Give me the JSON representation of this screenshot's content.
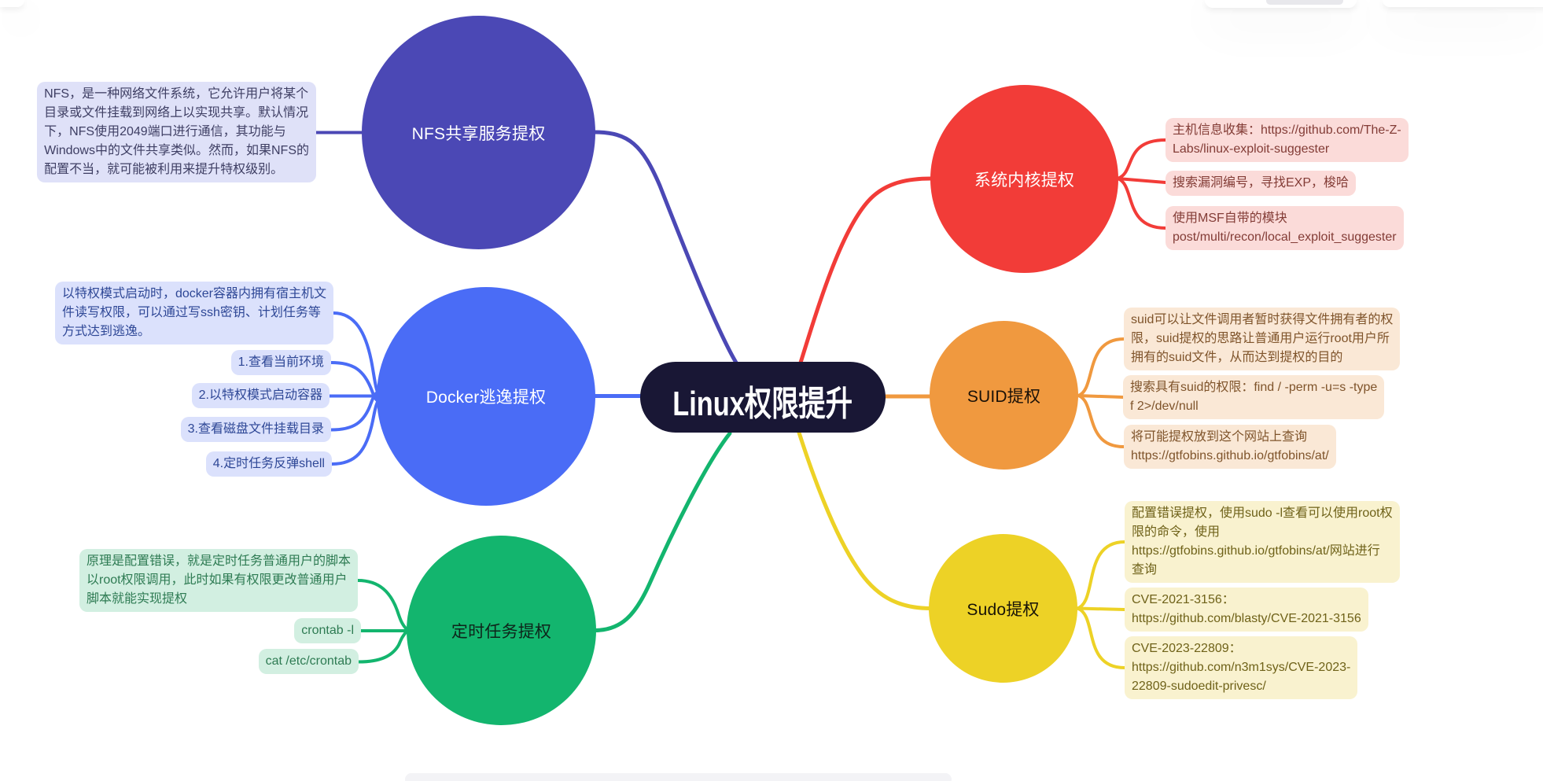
{
  "root": {
    "label": "Linux权限提升",
    "bg": "#191735",
    "text_color": "#ffffff"
  },
  "branches": [
    {
      "id": "nfs",
      "label": "NFS共享服务提权",
      "color": "#4B48B5",
      "label_color": "#ffffff",
      "note_bg": "#DFE1F8",
      "note_text": "#3E3E63",
      "notes": [
        {
          "lines": [
            "NFS，是一种网络文件系统，它允许用户将某个",
            "目录或文件挂载到网络上以实现共享。默认情况",
            "下，NFS使用2049端口进行通信，其功能与",
            "Windows中的文件共享类似。然而，如果NFS的",
            "配置不当，就可能被利用来提升特权级别。"
          ]
        }
      ]
    },
    {
      "id": "docker",
      "label": "Docker逃逸提权",
      "color": "#4A6CF6",
      "label_color": "#ffffff",
      "note_bg": "#DBE1FC",
      "note_text": "#2E4796",
      "notes": [
        {
          "lines": [
            "以特权模式启动时，docker容器内拥有宿主机文",
            "件读写权限，可以通过写ssh密钥、计划任务等",
            "方式达到逃逸。"
          ]
        },
        {
          "lines": [
            "1.查看当前环境"
          ]
        },
        {
          "lines": [
            "2.以特权模式启动容器"
          ]
        },
        {
          "lines": [
            "3.查看磁盘文件挂载目录"
          ]
        },
        {
          "lines": [
            "4.定时任务反弹shell"
          ]
        }
      ]
    },
    {
      "id": "cron",
      "label": "定时任务提权",
      "color": "#13B56E",
      "label_color": "#0E241A",
      "note_bg": "#D2EFE1",
      "note_text": "#2E7B53",
      "notes": [
        {
          "lines": [
            "原理是配置错误，就是定时任务普通用户的脚本",
            "以root权限调用，此时如果有权限更改普通用户",
            "脚本就能实现提权"
          ]
        },
        {
          "lines": [
            "crontab -l"
          ]
        },
        {
          "lines": [
            "cat /etc/crontab"
          ]
        }
      ]
    },
    {
      "id": "kernel",
      "label": "系统内核提权",
      "color": "#F23C38",
      "label_color": "#ffffff",
      "note_bg": "#FBDBD9",
      "note_text": "#833C36",
      "notes": [
        {
          "lines": [
            "主机信息收集：https://github.com/The-Z-",
            "Labs/linux-exploit-suggester"
          ]
        },
        {
          "lines": [
            "搜索漏洞编号，寻找EXP，梭哈"
          ]
        },
        {
          "lines": [
            "使用MSF自带的模块",
            "post/multi/recon/local_exploit_suggester"
          ]
        }
      ]
    },
    {
      "id": "suid",
      "label": "SUID提权",
      "color": "#F0993F",
      "label_color": "#1A1108",
      "note_bg": "#FAE8D6",
      "note_text": "#7F542B",
      "notes": [
        {
          "lines": [
            "suid可以让文件调用者暂时获得文件拥有者的权",
            "限，suid提权的思路让普通用户运行root用户所",
            "拥有的suid文件，从而达到提权的目的"
          ]
        },
        {
          "lines": [
            "搜索具有suid的权限：find / -perm -u=s -type",
            "f 2>/dev/null"
          ]
        },
        {
          "lines": [
            "将可能提权放到这个网站上查询",
            "https://gtfobins.github.io/gtfobins/at/"
          ]
        }
      ]
    },
    {
      "id": "sudo",
      "label": "Sudo提权",
      "color": "#EDD226",
      "label_color": "#171307",
      "note_bg": "#F9F2CF",
      "note_text": "#6F6219",
      "notes": [
        {
          "lines": [
            "配置错误提权，使用sudo -l查看可以使用root权",
            "限的命令，使用",
            "https://gtfobins.github.io/gtfobins/at/网站进行",
            "查询"
          ]
        },
        {
          "lines": [
            "CVE-2021-3156：",
            "https://github.com/blasty/CVE-2021-3156"
          ]
        },
        {
          "lines": [
            "CVE-2023-22809：",
            "https://github.com/n3m1sys/CVE-2023-",
            "22809-sudoedit-privesc/"
          ]
        }
      ]
    }
  ]
}
